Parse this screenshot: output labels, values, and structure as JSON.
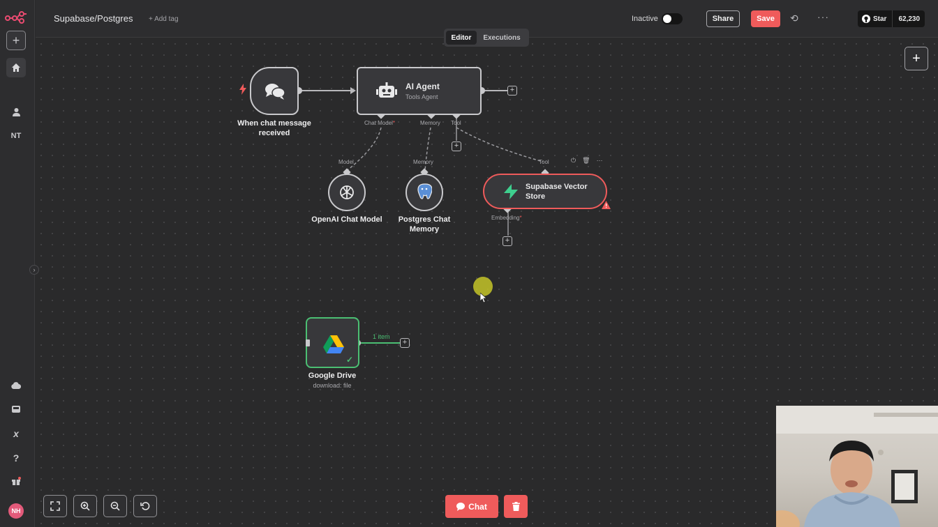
{
  "app": {
    "accent": "#ef5b5b",
    "workflow_title": "Supabase/Postgres",
    "add_tag": "+ Add tag"
  },
  "sidebar": {
    "user_initials": "NT",
    "avatar_initials": "NH"
  },
  "header": {
    "status_label": "Inactive",
    "share_label": "Share",
    "save_label": "Save",
    "github_star_label": "Star",
    "github_star_count": "62,230"
  },
  "tabs": [
    {
      "label": "Editor",
      "active": true
    },
    {
      "label": "Executions",
      "active": false
    }
  ],
  "nodes": {
    "chat_trigger": {
      "label": "When chat message received",
      "icon": "chat-bubbles-icon"
    },
    "ai_agent": {
      "title": "AI Agent",
      "subtitle": "Tools Agent",
      "icon": "robot-icon",
      "ports": {
        "chat_model": "Chat Model",
        "chat_model_required": "*",
        "memory": "Memory",
        "tool": "Tool"
      }
    },
    "openai": {
      "label": "OpenAI Chat Model",
      "port": "Model",
      "icon": "openai-icon"
    },
    "postgres": {
      "label": "Postgres Chat Memory",
      "port": "Memory",
      "icon": "postgres-icon"
    },
    "supabase": {
      "label": "Supabase Vector Store",
      "port": "Tool",
      "embedding_port": "Embedding",
      "embedding_required": "*",
      "icon": "supabase-icon",
      "has_warning": true
    },
    "google_drive": {
      "label": "Google Drive",
      "subtitle": "download: file",
      "output_label": "1 item",
      "icon": "google-drive-icon",
      "status": "success"
    }
  },
  "bottom": {
    "chat_label": "Chat"
  }
}
